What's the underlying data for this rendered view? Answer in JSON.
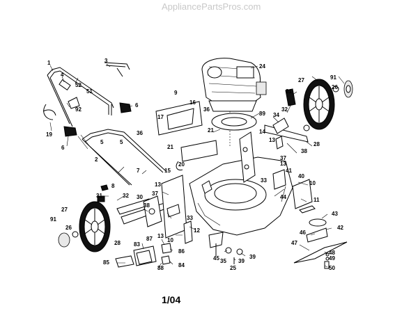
{
  "watermark": "AppliancePartsPros.com",
  "footer": "1/04",
  "callouts": {
    "c1": "1",
    "c3": "3",
    "c4": "4",
    "c52": "52",
    "c51": "51",
    "c92": "92",
    "c19": "19",
    "c6a": "6",
    "c6b": "6",
    "c2": "2",
    "c5a": "5",
    "c5b": "5",
    "c36a": "36",
    "c36b": "36",
    "c9": "9",
    "c17": "17",
    "c16": "16",
    "c24": "24",
    "c89": "89",
    "c21a": "21",
    "c21b": "21",
    "c20": "20",
    "c14": "14",
    "c27a": "27",
    "c91a": "91",
    "c26a": "26",
    "c31a": "31",
    "c32a": "32",
    "c34": "34",
    "c28a": "28",
    "c38a": "38",
    "c13a": "13",
    "c37a": "37",
    "c13b": "13",
    "c33a": "33",
    "c41": "41",
    "c40": "40",
    "c10a": "10",
    "c11": "11",
    "c44": "44",
    "c43": "43",
    "c42": "42",
    "c46": "46",
    "c7": "7",
    "c8": "8",
    "c15": "15",
    "c13c": "13",
    "c37b": "37",
    "c30": "30",
    "c38b": "38",
    "c31b": "31",
    "c32b": "32",
    "c27b": "27",
    "c91b": "91",
    "c26b": "26",
    "c28b": "28",
    "c33b": "33",
    "c12": "12",
    "c13d": "13",
    "c10b": "10",
    "c83": "83",
    "c87": "87",
    "c86": "86",
    "c85": "85",
    "c88": "88",
    "c84": "84",
    "c45": "45",
    "c35": "35",
    "c25": "25",
    "c39a": "39",
    "c39b": "39",
    "c47": "47",
    "c48": "48",
    "c49": "49",
    "c50": "50"
  }
}
